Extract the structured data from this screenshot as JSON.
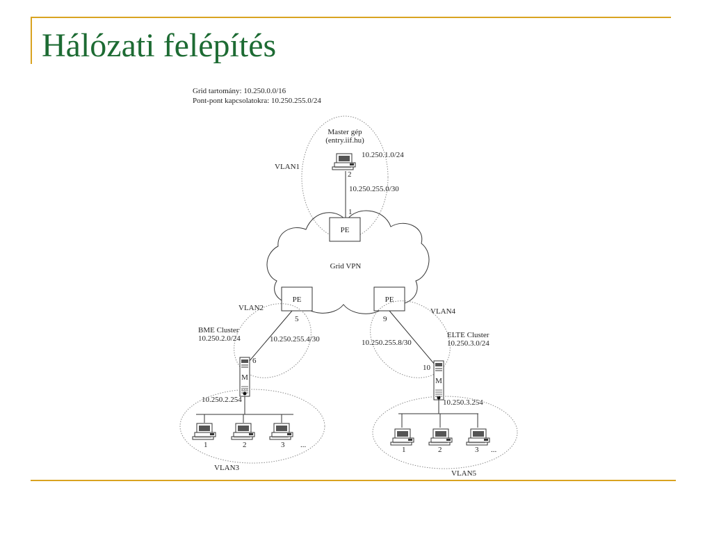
{
  "slide": {
    "title": "Hálózati felépítés",
    "accent_color": "#d9a321",
    "title_color": "#1d6b33"
  },
  "diagram": {
    "header_lines": [
      "Grid tartomány: 10.250.0.0/16",
      "Pont-pont kapcsolatokra: 10.250.255.0/24"
    ],
    "master": {
      "title": "Master gép",
      "host": "(entry.iif.hu)",
      "subnet": "10.250.1.0/24",
      "port": "2",
      "vlan": "VLAN1"
    },
    "link_master": {
      "subnet": "10.250.255.0/30",
      "port": "1"
    },
    "cloud_label": "Grid VPN",
    "pe_label": "PE",
    "bme": {
      "vlan": "VLAN2",
      "name": "BME Cluster",
      "subnet": "10.250.2.0/24",
      "pe_port": "5",
      "link_subnet": "10.250.255.4/30",
      "router_port": "6",
      "router_label": "M",
      "gateway": "10.250.2.254",
      "lan_vlan": "VLAN3",
      "hosts": [
        "1",
        "2",
        "3"
      ],
      "ellipsis": "..."
    },
    "elte": {
      "vlan": "VLAN4",
      "name": "ELTE Cluster",
      "subnet": "10.250.3.0/24",
      "pe_port": "9",
      "link_subnet": "10.250.255.8/30",
      "router_port": "10",
      "router_label": "M",
      "gateway": "10.250.3.254",
      "lan_vlan": "VLAN5",
      "hosts": [
        "1",
        "2",
        "3"
      ],
      "ellipsis": "..."
    }
  }
}
